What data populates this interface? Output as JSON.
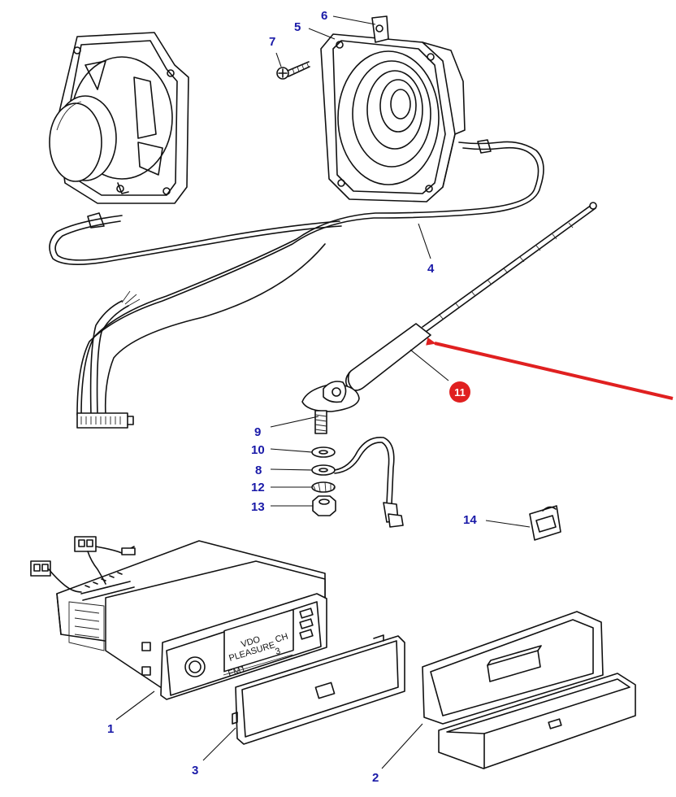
{
  "parts": {
    "p1": "1",
    "p2": "2",
    "p3": "3",
    "p4": "4",
    "p5": "5",
    "p6": "6",
    "p7": "7",
    "p8": "8",
    "p9": "9",
    "p10": "10",
    "p11": "11",
    "p12": "12",
    "p13": "13",
    "p14": "14"
  },
  "radio_display": {
    "brand": "VDO",
    "station": "PLEASURE",
    "band": "FM1",
    "preset": "3",
    "channel_label": "CH"
  },
  "colors": {
    "callout": "#1a1aa8",
    "highlight": "#e02020",
    "line": "#111111"
  },
  "highlighted_part": "11"
}
